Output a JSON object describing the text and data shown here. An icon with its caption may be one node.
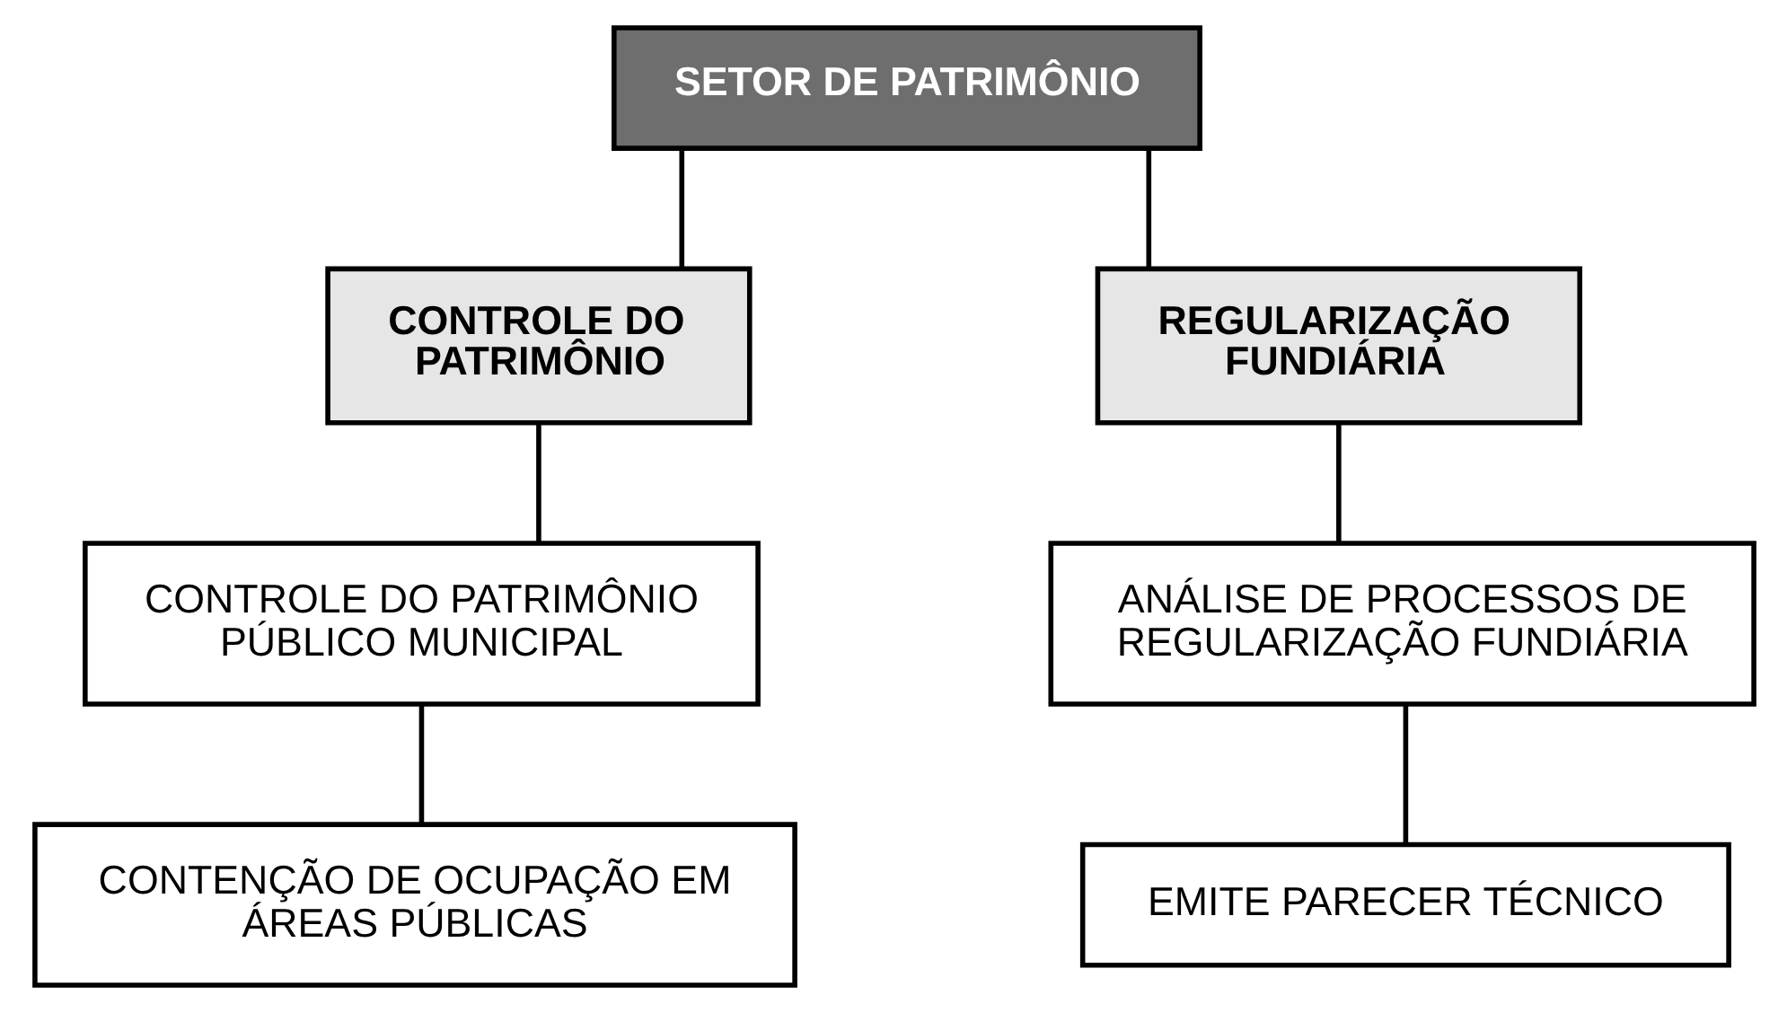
{
  "diagram": {
    "nodes": [
      {
        "text": [
          "SETOR DE PATRIMÔNIO"
        ]
      },
      {
        "text": [
          "CONTROLE DO PATRIMÔNIO"
        ]
      },
      {
        "text": [
          "REGULARIZAÇÃO FUNDIÁRIA"
        ]
      },
      {
        "text": [
          "CONTROLE DO PATRIMÔNIO PÚBLICO MUNICIPAL"
        ]
      },
      {
        "text": [
          "CONTENÇÃO DE OCUPAÇÃO EM ÁREAS PÚBLICAS"
        ]
      },
      {
        "text": [
          "ANÁLISE DE PROCESSOS DE REGULARIZAÇÃO FUNDIÁRIA"
        ]
      },
      {
        "text": [
          "EMITE PARECER TÉCNICO"
        ]
      }
    ],
    "edges": [
      {
        "from": 0,
        "to": 1,
        "arrow": "none"
      },
      {
        "from": 0,
        "to": 2,
        "arrow": "none"
      },
      {
        "from": 1,
        "to": 3,
        "arrow": "none"
      },
      {
        "from": 3,
        "to": 4,
        "arrow": "none"
      },
      {
        "from": 2,
        "to": 5,
        "arrow": "none"
      },
      {
        "from": 5,
        "to": 6,
        "arrow": "none"
      }
    ]
  }
}
